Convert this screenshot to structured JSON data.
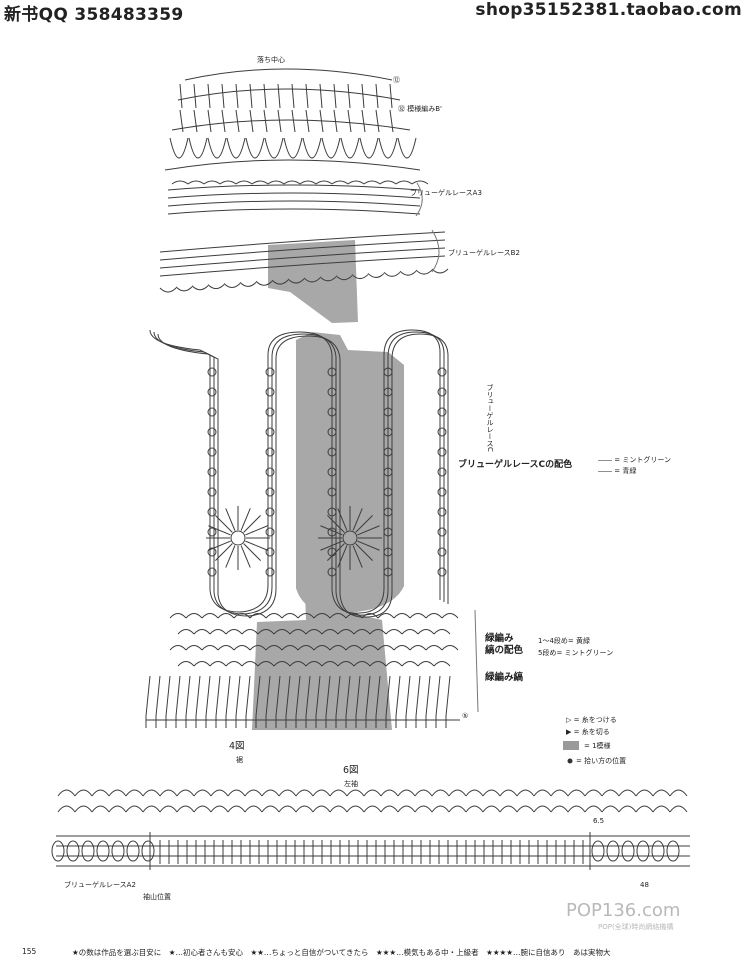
{
  "header": {
    "left": "新书QQ 358483359",
    "right": "shop35152381.taobao.com"
  },
  "labels": {
    "top_center": "落ち中心",
    "row_12": "⑫",
    "edge_b": "㉜ 模様編みB'",
    "lace_a3": "ブリューゲルレースA3",
    "lace_b2": "ブリューゲルレースB2",
    "lace_c_side": "ブリューゲルレースC",
    "lace_c_colors_title": "ブリューゲルレースCの配色",
    "lace_c_color1": "ミントグリーン",
    "lace_c_color2": "青緑",
    "ribbing_color_title_1": "緑編み",
    "ribbing_color_title_2": "縞の配色",
    "ribbing_row1": "1〜4段め= 黄緑",
    "ribbing_row2": "5段め= ミントグリーン",
    "ribbing_stripe": "緑編み縞",
    "fig4": "4図",
    "fig4_sub": "裾",
    "fig6": "6図",
    "fig6_sub": "左袖",
    "lace_a2": "ブリューゲルレースA2",
    "sleeve_pos": "袖山位置",
    "sleeve_48": "48",
    "sleeve_65": "6.5",
    "num_5": "⑤"
  },
  "legend": [
    {
      "symbol": "▷",
      "text": "糸をつける"
    },
    {
      "symbol": "▶",
      "text": "糸を切る"
    },
    {
      "symbol": "■",
      "text": "1模様"
    },
    {
      "symbol": "●",
      "text": "拾い方の位置"
    }
  ],
  "footer": {
    "page": "155",
    "text": "★の数は作品を選ぶ目安に　★…初心者さんも安心　★★…ちょっと自信がついてきたら　★★★…模気もある中・上級者　★★★★…腕に自信あり　あは実物大"
  },
  "watermark": {
    "brand": "POP136.com",
    "sub": "POP(全球)時尚網絡機構"
  },
  "colors": {
    "line": "#3c3c3c",
    "shade": "#a8a8a8",
    "legend_fill": "#9a9a9a"
  }
}
